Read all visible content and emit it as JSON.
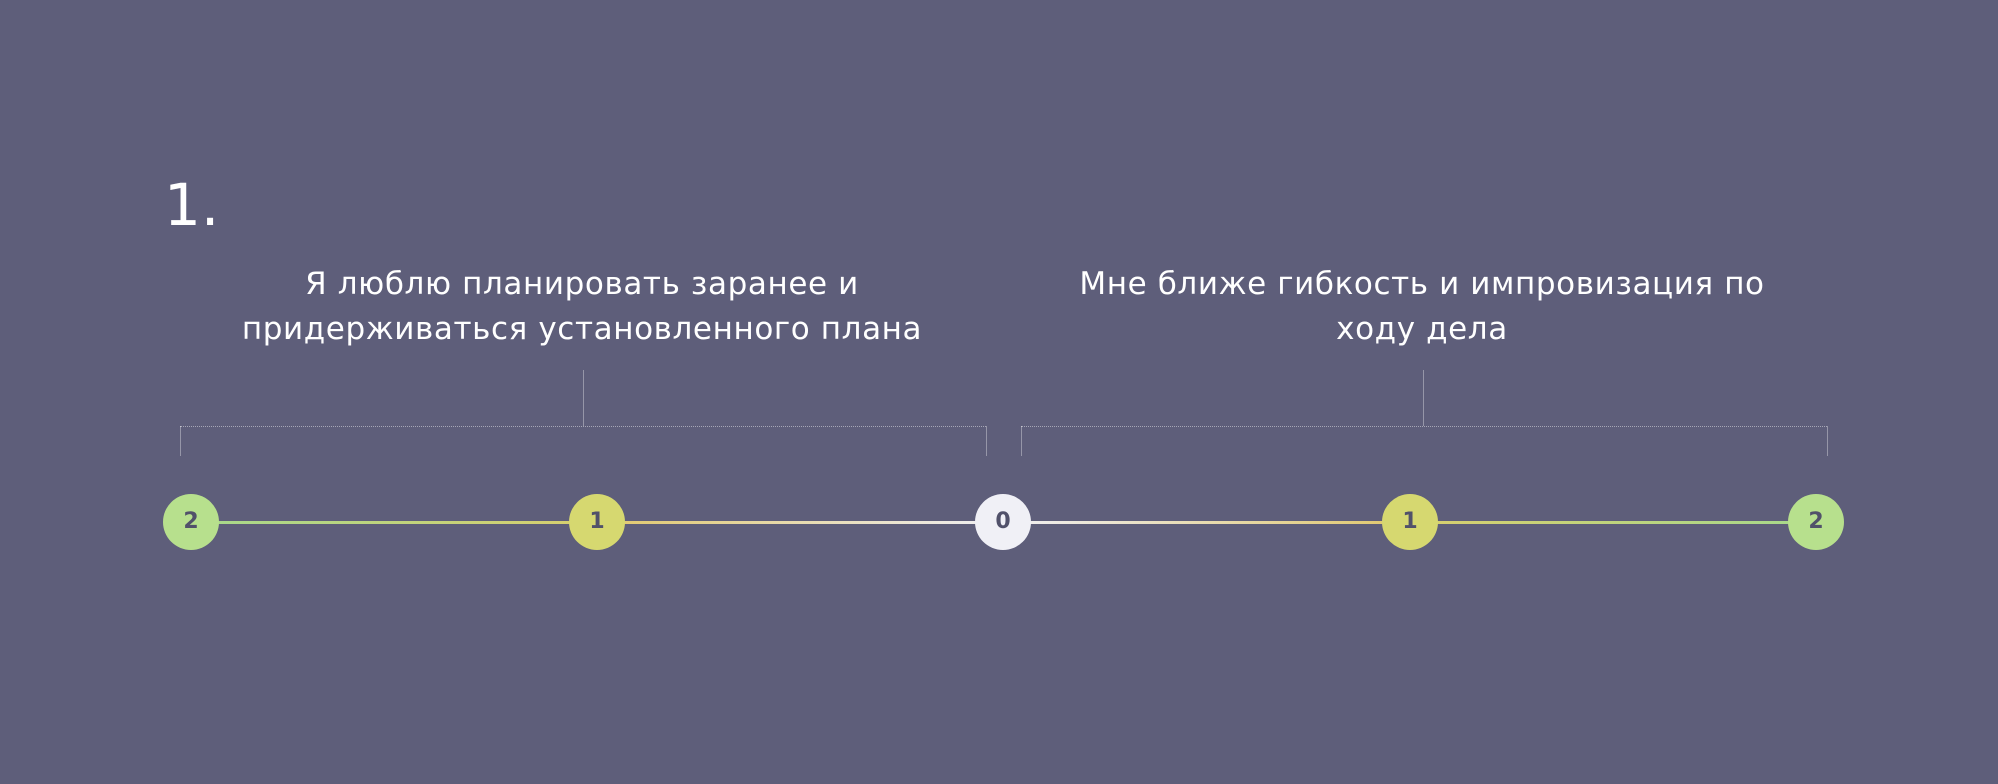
{
  "question": {
    "number": "1."
  },
  "statements": {
    "left": "Я люблю планировать заранее и придерживаться установленного плана",
    "right": "Мне ближе гибкость и импровизация по ходу дела"
  },
  "scale": {
    "points": [
      {
        "label": "2",
        "color": "#b7e08d"
      },
      {
        "label": "1",
        "color": "#d6d870"
      },
      {
        "label": "0",
        "color": "#f0f0f6"
      },
      {
        "label": "1",
        "color": "#d6d870"
      },
      {
        "label": "2",
        "color": "#b7e08d"
      }
    ]
  },
  "colors": {
    "background": "#5e5e7a",
    "text": "#ffffff"
  }
}
